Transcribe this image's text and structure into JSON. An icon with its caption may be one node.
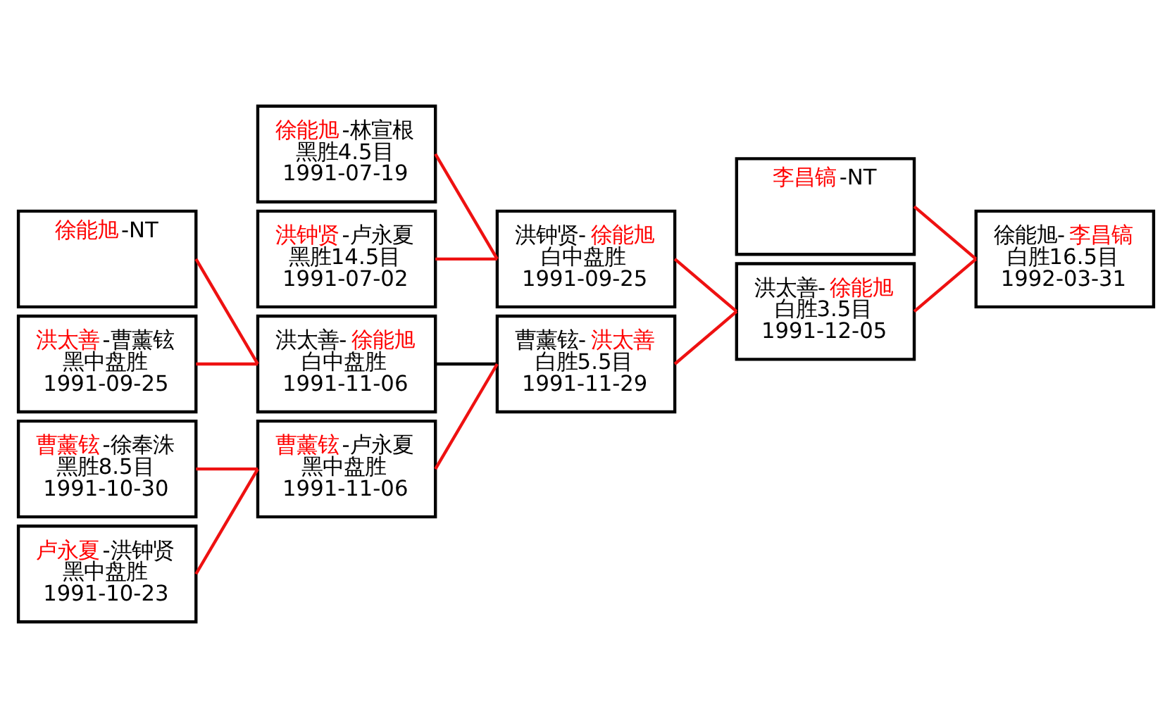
{
  "diagram": {
    "nodes": [
      {
        "text": [
          "徐能旭-NT"
        ]
      },
      {
        "text": [
          "洪太善-曹薰铉",
          "黑中盘胜",
          "1991-09-25"
        ]
      },
      {
        "text": [
          "曹薰铉-徐奉洙",
          "黑胜8.5目",
          "1991-10-30"
        ]
      },
      {
        "text": [
          "卢永夏-洪钟贤",
          "黑中盘胜",
          "1991-10-23"
        ]
      },
      {
        "text": [
          "徐能旭-林宣根",
          "黑胜4.5目",
          "1991-07-19"
        ]
      },
      {
        "text": [
          "洪钟贤-卢永夏",
          "黑胜14.5目",
          "1991-07-02"
        ]
      },
      {
        "text": [
          "洪太善-徐能旭",
          "白中盘胜",
          "1991-11-06"
        ]
      },
      {
        "text": [
          "曹薰铉-卢永夏",
          "黑中盘胜",
          "1991-11-06"
        ]
      },
      {
        "text": [
          "洪钟贤-徐能旭",
          "白中盘胜",
          "1991-09-25"
        ]
      },
      {
        "text": [
          "曹薰铉-洪太善",
          "白胜5.5目",
          "1991-11-29"
        ]
      },
      {
        "text": [
          "李昌镐-NT"
        ]
      },
      {
        "text": [
          "洪太善-徐能旭",
          "白胜3.5目",
          "1991-12-05"
        ]
      },
      {
        "text": [
          "徐能旭-李昌镐",
          "白胜16.5目",
          "1992-03-31"
        ]
      }
    ],
    "edges": [
      {
        "from": 0,
        "to": 6,
        "arrow": "none"
      },
      {
        "from": 1,
        "to": 6,
        "arrow": "none"
      },
      {
        "from": 2,
        "to": 7,
        "arrow": "none"
      },
      {
        "from": 3,
        "to": 7,
        "arrow": "none"
      },
      {
        "from": 4,
        "to": 8,
        "arrow": "none"
      },
      {
        "from": 5,
        "to": 8,
        "arrow": "none"
      },
      {
        "from": 6,
        "to": 9,
        "arrow": "none",
        "color": "#000000"
      },
      {
        "from": 7,
        "to": 9,
        "arrow": "none"
      },
      {
        "from": 8,
        "to": 11,
        "arrow": "none"
      },
      {
        "from": 9,
        "to": 11,
        "arrow": "none"
      },
      {
        "from": 10,
        "to": 12,
        "arrow": "none"
      },
      {
        "from": 11,
        "to": 12,
        "arrow": "none"
      }
    ]
  }
}
